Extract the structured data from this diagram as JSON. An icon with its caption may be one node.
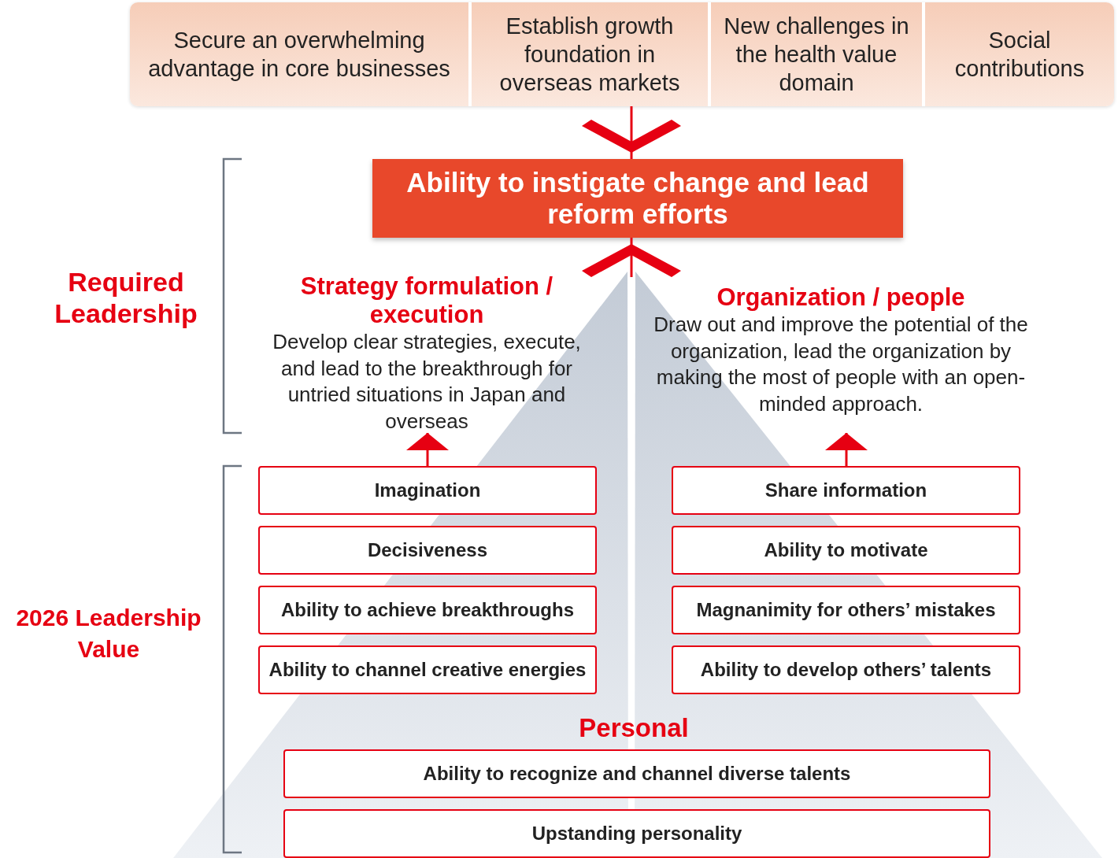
{
  "diagram": {
    "nodes": [
      {
        "text": [],
        "shape": "bar"
      },
      {
        "text": [
          "Secure an overwhelming advantage in core businesses"
        ],
        "in": 0
      },
      {
        "text": [
          "Establish growth foundation in overseas markets"
        ],
        "in": 0
      },
      {
        "text": [
          "New challenges in the health value domain"
        ],
        "in": 0
      },
      {
        "text": [
          "Social contributions"
        ],
        "in": 0
      },
      {
        "text": [
          "Ability to instigate change and lead reform efforts"
        ]
      },
      {
        "text": [
          "Strategy formulation / execution",
          "Develop clear strategies, execute, and lead to the breakthrough for untried situations in Japan and overseas"
        ]
      },
      {
        "text": [
          "Organization / people",
          "Draw out and improve the potential of the organization, lead the organization by making the most of people with an open-minded approach."
        ]
      },
      {
        "text": [
          "Imagination"
        ]
      },
      {
        "text": [
          "Decisiveness"
        ]
      },
      {
        "text": [
          "Ability to achieve breakthroughs"
        ]
      },
      {
        "text": [
          "Ability to channel creative energies"
        ]
      },
      {
        "text": [
          "Share information"
        ]
      },
      {
        "text": [
          "Ability to motivate"
        ]
      },
      {
        "text": [
          "Magnanimity for others’ mistakes"
        ]
      },
      {
        "text": [
          "Ability to develop others’ talents"
        ]
      },
      {
        "text": [
          "Ability to recognize and channel diverse talents"
        ]
      },
      {
        "text": [
          "Upstanding personality"
        ]
      }
    ],
    "edges": [
      {
        "from": 0,
        "to": 5,
        "arrow": "to"
      },
      {
        "from": null,
        "to": 5,
        "arrow": "to"
      },
      {
        "from": 8,
        "to": 6,
        "arrow": "to"
      },
      {
        "from": 12,
        "to": 7,
        "arrow": "to"
      }
    ],
    "labels": [
      "Required Leadership",
      "2026 Leadership Value",
      "Personal"
    ]
  }
}
